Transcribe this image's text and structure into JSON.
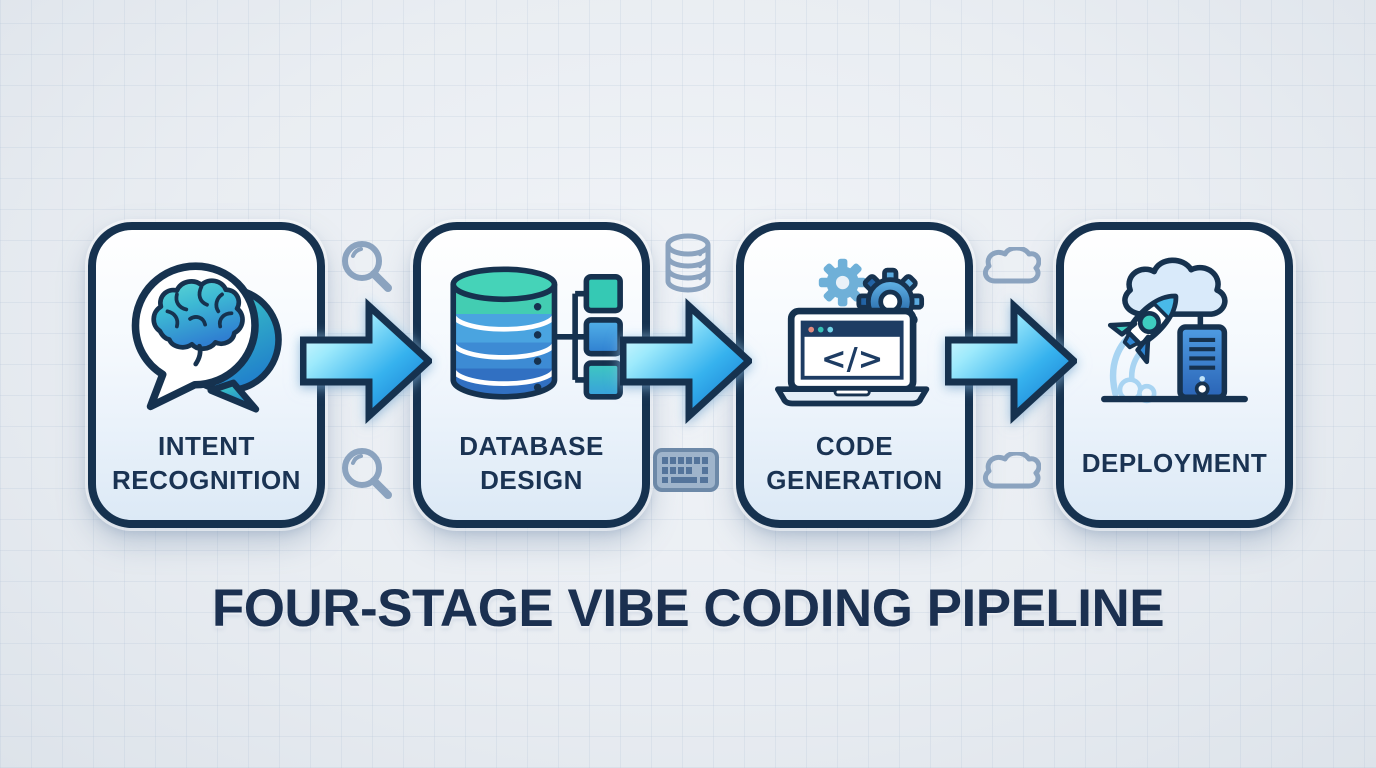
{
  "title": "FOUR-STAGE VIBE CODING PIPELINE",
  "stages": [
    {
      "id": "intent-recognition",
      "lines": [
        "INTENT",
        "RECOGNITION"
      ],
      "icon": "brain-speech-bubble-icon"
    },
    {
      "id": "database-design",
      "lines": [
        "DATABASE",
        "DESIGN"
      ],
      "icon": "database-schema-icon"
    },
    {
      "id": "code-generation",
      "lines": [
        "CODE",
        "GENERATION"
      ],
      "icon": "laptop-code-gears-icon"
    },
    {
      "id": "deployment",
      "lines": [
        "DEPLOYMENT"
      ],
      "icon": "rocket-cloud-server-icon"
    }
  ],
  "connectors": [
    {
      "between": [
        "intent-recognition",
        "database-design"
      ],
      "arrow": "right-arrow",
      "top_icon": "magnifier-icon",
      "bottom_icon": "magnifier-icon"
    },
    {
      "between": [
        "database-design",
        "code-generation"
      ],
      "arrow": "right-arrow",
      "top_icon": "database-outline-icon",
      "bottom_icon": "keyboard-icon"
    },
    {
      "between": [
        "code-generation",
        "deployment"
      ],
      "arrow": "right-arrow",
      "top_icon": "cloud-outline-icon",
      "bottom_icon": "cloud-outline-icon"
    }
  ],
  "colors": {
    "box_border": "#16324f",
    "label_text": "#1a3353",
    "title_text": "#1b3050",
    "background": "#e9edf2",
    "accent_teal": "#3ecdb4",
    "accent_blue": "#2f86d3",
    "muted_icon": "#8ba3bf",
    "arrow_gradient": [
      "#f2feff",
      "#9eeafc",
      "#36b2ee",
      "#0f6ecb"
    ]
  }
}
